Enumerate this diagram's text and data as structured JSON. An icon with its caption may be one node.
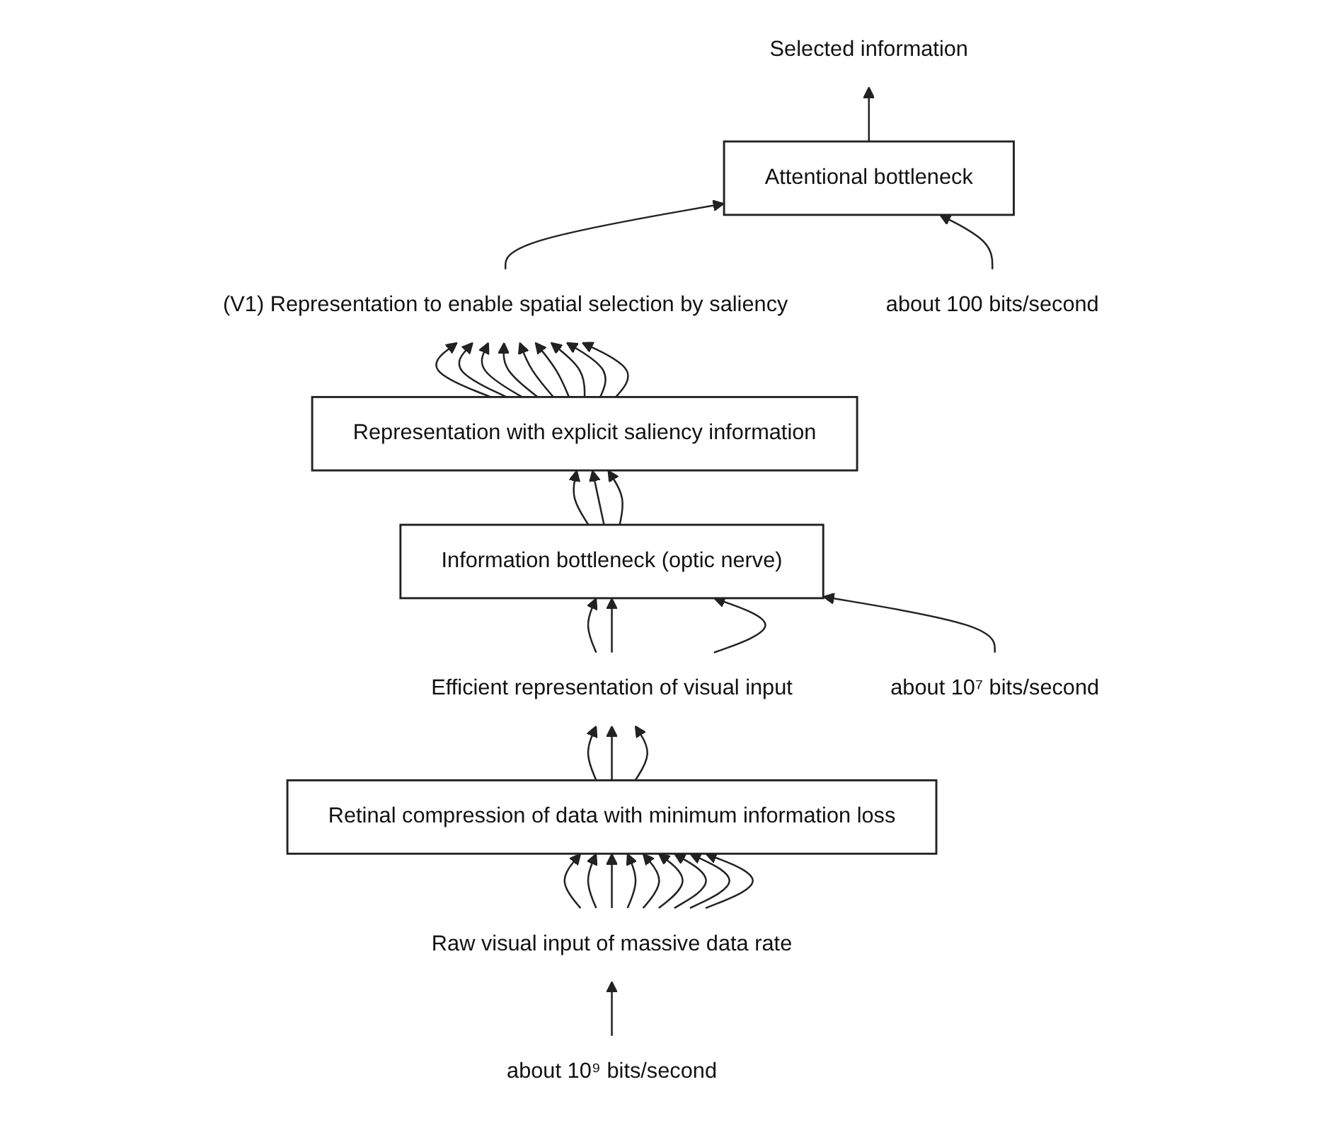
{
  "diagram": {
    "nodes": [
      {
        "text": [
          "Selected information"
        ]
      },
      {
        "text": [
          "Attentional bottleneck"
        ]
      },
      {
        "text": [
          "about 100 bits/second"
        ]
      },
      {
        "text": [
          "(V1) Representation to enable spatial selection by saliency"
        ]
      },
      {
        "text": [
          "Representation with explicit saliency information"
        ]
      },
      {
        "text": [
          "Information bottleneck (optic nerve)"
        ]
      },
      {
        "text": [
          "about 10⁷ bits/second"
        ]
      },
      {
        "text": [
          "Efficient representation of visual input"
        ]
      },
      {
        "text": [
          "Retinal compression of data with minimum information loss"
        ]
      },
      {
        "text": [
          "Raw visual input of massive data rate"
        ]
      },
      {
        "text": [
          "about 10⁹ bits/second"
        ]
      }
    ],
    "edges": [
      {
        "from": 9,
        "to": 8,
        "arrow": "to"
      },
      {
        "from": 9,
        "to": 8,
        "arrow": "to"
      },
      {
        "from": 9,
        "to": 8,
        "arrow": "to"
      },
      {
        "from": 9,
        "to": 8,
        "arrow": "to"
      },
      {
        "from": 9,
        "to": 8,
        "arrow": "to"
      },
      {
        "from": 9,
        "to": 8,
        "arrow": "to"
      },
      {
        "from": 9,
        "to": 8,
        "arrow": "to"
      },
      {
        "from": 9,
        "to": 8,
        "arrow": "to"
      },
      {
        "from": 9,
        "to": 8,
        "arrow": "to"
      },
      {
        "from": 10,
        "to": 9,
        "arrow": "to"
      },
      {
        "from": 8,
        "to": 7,
        "arrow": "to"
      },
      {
        "from": 8,
        "to": 7,
        "arrow": "to"
      },
      {
        "from": 8,
        "to": 7,
        "arrow": "to"
      },
      {
        "from": 7,
        "to": 5,
        "arrow": "to"
      },
      {
        "from": 7,
        "to": 5,
        "arrow": "to"
      },
      {
        "from": 7,
        "to": 5,
        "arrow": "to"
      },
      {
        "from": 6,
        "to": 5,
        "arrow": "to"
      },
      {
        "from": 5,
        "to": 4,
        "arrow": "to"
      },
      {
        "from": 5,
        "to": 4,
        "arrow": "to"
      },
      {
        "from": 5,
        "to": 4,
        "arrow": "to"
      },
      {
        "from": 4,
        "to": 3,
        "arrow": "to"
      },
      {
        "from": 4,
        "to": 3,
        "arrow": "to"
      },
      {
        "from": 4,
        "to": 3,
        "arrow": "to"
      },
      {
        "from": 4,
        "to": 3,
        "arrow": "to"
      },
      {
        "from": 4,
        "to": 3,
        "arrow": "to"
      },
      {
        "from": 4,
        "to": 3,
        "arrow": "to"
      },
      {
        "from": 4,
        "to": 3,
        "arrow": "to"
      },
      {
        "from": 4,
        "to": 3,
        "arrow": "to"
      },
      {
        "from": 4,
        "to": 3,
        "arrow": "to"
      },
      {
        "from": 3,
        "to": 1,
        "arrow": "to"
      },
      {
        "from": 2,
        "to": 1,
        "arrow": "to"
      },
      {
        "from": 1,
        "to": 0,
        "arrow": "to"
      }
    ]
  }
}
